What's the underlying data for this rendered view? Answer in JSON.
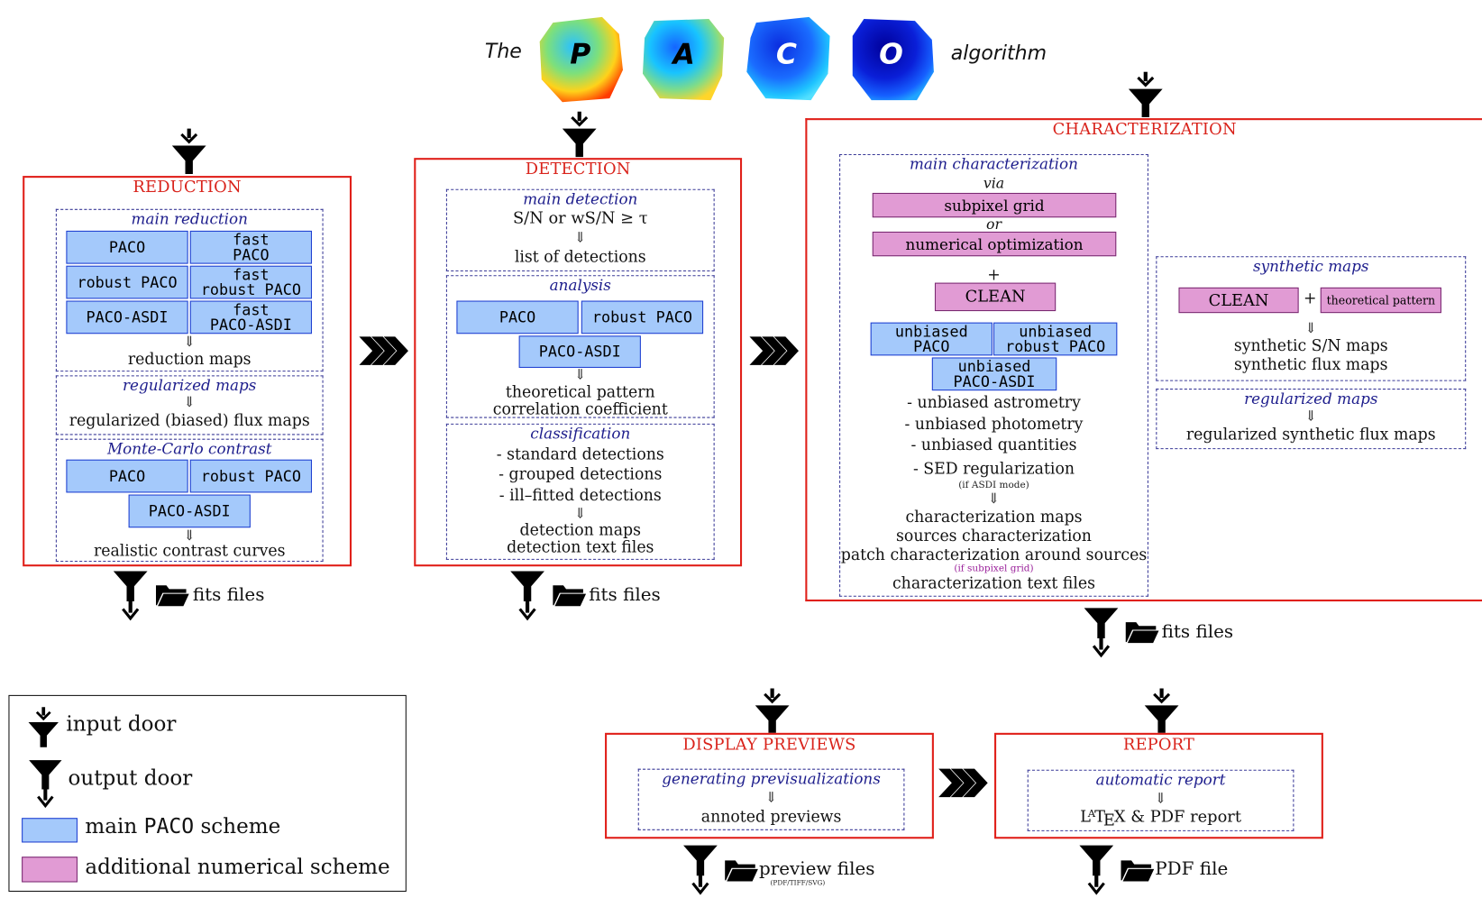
{
  "title": {
    "the": "The",
    "letters": [
      "P",
      "A",
      "C",
      "O"
    ],
    "algorithm": "algorithm"
  },
  "reduction": {
    "title": "REDUCTION",
    "main": {
      "title": "main reduction",
      "buttons": [
        "PACO",
        "fast\nPACO",
        "robust PACO",
        "fast\nrobust PACO",
        "PACO-ASDI",
        "fast\nPACO-ASDI"
      ],
      "output": "reduction maps"
    },
    "regularized": {
      "title": "regularized maps",
      "output": "regularized (biased) flux maps"
    },
    "montecarlo": {
      "title": "Monte-Carlo contrast",
      "buttons": [
        "PACO",
        "robust PACO",
        "PACO-ASDI"
      ],
      "output": "realistic contrast curves"
    },
    "files": "fits files"
  },
  "detection": {
    "title": "DETECTION",
    "main": {
      "title": "main detection",
      "formula": "S/N or wS/N ≥ τ",
      "output": "list of detections"
    },
    "analysis": {
      "title": "analysis",
      "buttons": [
        "PACO",
        "robust PACO",
        "PACO-ASDI"
      ],
      "output1": "theoretical pattern",
      "output2": "correlation coefficient"
    },
    "classification": {
      "title": "classification",
      "items": [
        "- standard detections",
        "- grouped detections",
        "- ill–fitted detections"
      ],
      "output1": "detection maps",
      "output2": "detection text files"
    },
    "files": "fits files"
  },
  "characterization": {
    "title": "CHARACTERIZATION",
    "main": {
      "title": "main characterization",
      "via": "via",
      "grid": "subpixel grid",
      "or": "or",
      "optim": "numerical optimization",
      "plus": "+",
      "clean": "CLEAN",
      "buttons": [
        "unbiased\nPACO",
        "unbiased\nrobust PACO",
        "unbiased\nPACO-ASDI"
      ],
      "items": [
        "- unbiased astrometry",
        "- unbiased photometry",
        "- unbiased quantities",
        "- SED regularization"
      ],
      "asdi_note": "(if ASDI mode)",
      "outputs": [
        "characterization maps",
        "sources characterization",
        "patch characterization around sources"
      ],
      "grid_note": "(if subpixel grid)",
      "text_files": "characterization text files"
    },
    "synthetic": {
      "title": "synthetic maps",
      "clean": "CLEAN",
      "plus": "+",
      "pattern": "theoretical pattern",
      "output1": "synthetic S/N maps",
      "output2": "synthetic flux maps"
    },
    "regularized": {
      "title": "regularized maps",
      "output": "regularized synthetic flux maps"
    },
    "files": "fits files"
  },
  "display": {
    "title": "DISPLAY PREVIEWS",
    "sub": "generating previsualizations",
    "output": "annoted previews",
    "files": "preview files",
    "files_note": "(PDF/TIFF/SVG)"
  },
  "report": {
    "title": "REPORT",
    "sub": "automatic report",
    "output": "& PDF report",
    "files": "PDF file"
  },
  "legend": {
    "input": "input door",
    "output": "output door",
    "main_pre": "main",
    "main_code": "PACO",
    "main_post": "scheme",
    "additional": "additional numerical scheme"
  },
  "colors": {
    "stage_border": "#e0201a",
    "stage_title": "#d9231b",
    "paco_fill": "#a4c9fb",
    "paco_border": "#1f3fd1",
    "extra_fill": "#e19bd4",
    "subtitle": "#1d1d8c"
  }
}
